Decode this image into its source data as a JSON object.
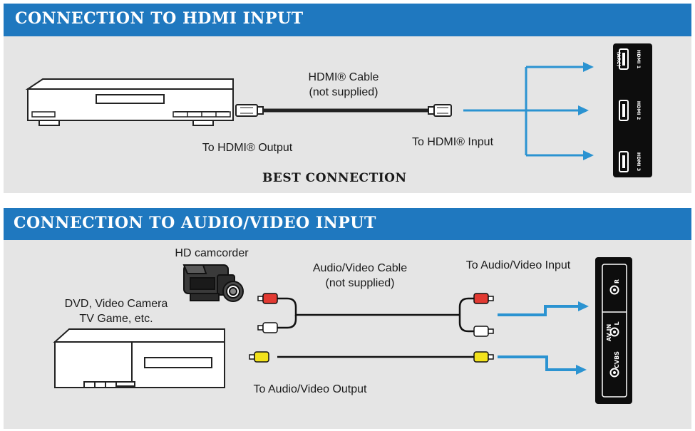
{
  "hdmi_section": {
    "title": "CONNECTION TO HDMI INPUT",
    "cable_label_line1": "HDMI® Cable",
    "cable_label_line2": "(not supplied)",
    "output_label": "To HDMI® Output",
    "input_label": "To HDMI® Input",
    "footer": "BEST CONNECTION",
    "ports": [
      "HDMI 1",
      "HDMI 2",
      "HDMI 3"
    ],
    "arc_label": "(ARC)"
  },
  "av_section": {
    "title": "CONNECTION TO AUDIO/VIDEO INPUT",
    "camcorder_label": "HD camcorder",
    "device_label_line1": "DVD, Video Camera",
    "device_label_line2": "TV Game, etc.",
    "cable_label_line1": "Audio/Video Cable",
    "cable_label_line2": "(not supplied)",
    "input_label": "To Audio/Video Input",
    "output_label": "To Audio/Video Output",
    "panel_label": "AV IN",
    "ports": [
      "R",
      "L",
      "CVBS"
    ]
  },
  "colors": {
    "header_blue": "#1f78bf",
    "arrow_blue": "#2b93d1",
    "panel_gray": "#e5e5e5",
    "tv_black": "#0d0d0d",
    "plug_red": "#e23a32",
    "plug_white": "#ffffff",
    "plug_yellow": "#f2e21c"
  }
}
